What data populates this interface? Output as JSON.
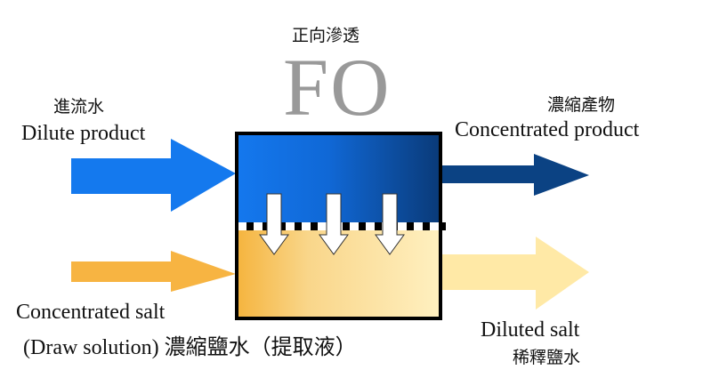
{
  "title": {
    "chinese": "正向滲透",
    "abbreviation": "FO"
  },
  "inputs": {
    "feed": {
      "chinese": "進流水",
      "english": "Dilute product",
      "color": "#1479EE"
    },
    "draw": {
      "english": "Concentrated salt",
      "english_line2": "(Draw solution) 濃縮鹽水（提取液）",
      "color": "#F7B442"
    }
  },
  "outputs": {
    "concentrate": {
      "chinese": "濃縮產物",
      "english": "Concentrated product",
      "color": "#0B4283"
    },
    "diluted": {
      "english": "Diluted salt",
      "chinese": "稀釋鹽水",
      "color": "#FFE9A6"
    }
  },
  "module": {
    "top_gradient": [
      "#1478EE",
      "#0A3A78"
    ],
    "bottom_gradient": [
      "#F5B43E",
      "#FFF0C0"
    ],
    "flux_arrow_count": 3,
    "membrane": "dashed"
  }
}
